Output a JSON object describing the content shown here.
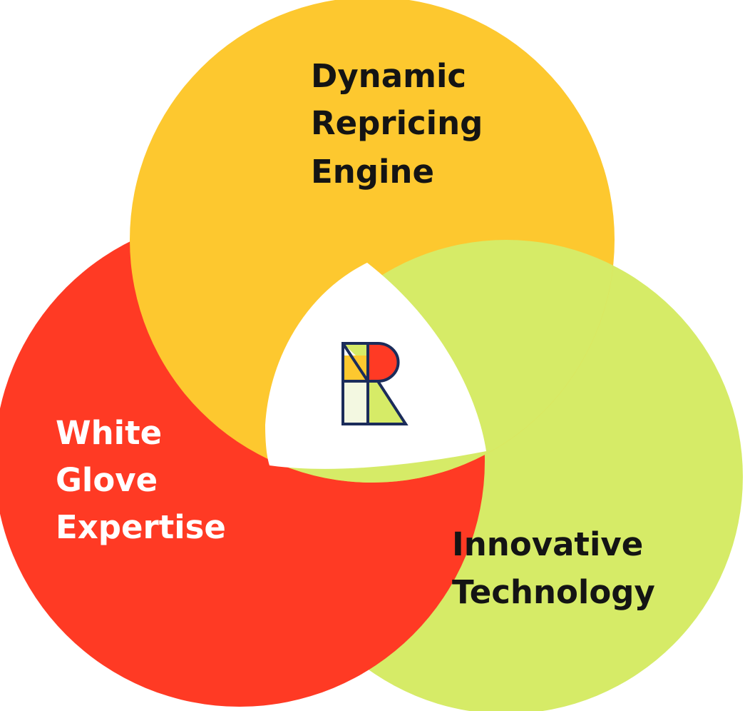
{
  "diagram": {
    "circles": [
      {
        "id": "dynamic-repricing-engine",
        "lines": [
          "Dynamic",
          "Repricing",
          "Engine"
        ],
        "color": "#FDC82F",
        "text_color": "#141414"
      },
      {
        "id": "white-glove-expertise",
        "lines": [
          "White",
          "Glove",
          "Expertise"
        ],
        "color": "#FF3A24",
        "text_color": "#FFFFFF"
      },
      {
        "id": "innovative-technology",
        "lines": [
          "Innovative",
          "Technology"
        ],
        "color": "#D6EB67",
        "text_color": "#141414"
      }
    ],
    "logo": {
      "name": "r-monogram-logo",
      "colors": {
        "outline": "#1B2C5A",
        "yellow": "#FDC82F",
        "red": "#FF3A24",
        "lime": "#D6EB67",
        "cream": "#F3F8E1"
      }
    }
  }
}
